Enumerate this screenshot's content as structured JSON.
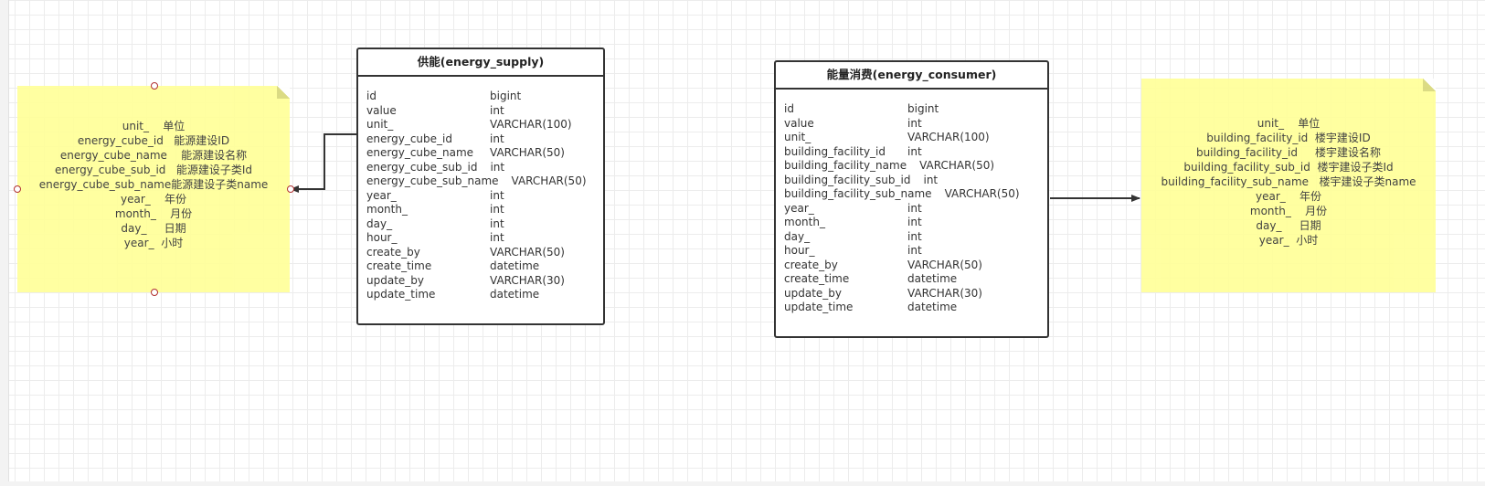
{
  "left_note": {
    "lines": [
      "unit_    单位",
      "energy_cube_id   能源建设ID",
      "energy_cube_name    能源建设名称",
      "energy_cube_sub_id   能源建设子类Id",
      "energy_cube_sub_name能源建设子类name",
      "year_    年份",
      "month_    月份",
      "day_     日期",
      "year_  小时"
    ]
  },
  "right_note": {
    "lines": [
      "unit_    单位",
      "building_facility_id  楼宇建设ID",
      "building_facility_id     楼宇建设名称",
      "building_facility_sub_id  楼宇建设子类Id",
      "building_facility_sub_name   楼宇建设子类name",
      "year_    年份",
      "month_    月份",
      "day_     日期",
      "year_  小时"
    ]
  },
  "supply_table": {
    "title": "供能(energy_supply)",
    "fields": [
      {
        "name": "id",
        "type": "bigint"
      },
      {
        "name": "value",
        "type": "int"
      },
      {
        "name": "unit_",
        "type": "VARCHAR(100)"
      },
      {
        "name": "energy_cube_id",
        "type": "int"
      },
      {
        "name": "energy_cube_name",
        "type": "VARCHAR(50)"
      },
      {
        "name": "energy_cube_sub_id",
        "type": "int"
      },
      {
        "name": "energy_cube_sub_name",
        "type": "VARCHAR(50)"
      },
      {
        "name": "year_",
        "type": "int"
      },
      {
        "name": "month_",
        "type": "int"
      },
      {
        "name": "day_",
        "type": "int"
      },
      {
        "name": "hour_",
        "type": "int"
      },
      {
        "name": "create_by",
        "type": "VARCHAR(50)"
      },
      {
        "name": "create_time",
        "type": "datetime"
      },
      {
        "name": "update_by",
        "type": "VARCHAR(30)"
      },
      {
        "name": "update_time",
        "type": "datetime"
      }
    ]
  },
  "consumer_table": {
    "title": "能量消费(energy_consumer)",
    "fields": [
      {
        "name": "id",
        "type": "bigint"
      },
      {
        "name": "value",
        "type": "int"
      },
      {
        "name": "unit_",
        "type": "VARCHAR(100)"
      },
      {
        "name": "building_facility_id",
        "type": "int"
      },
      {
        "name": "building_facility_name",
        "type": "VARCHAR(50)"
      },
      {
        "name": "building_facility_sub_id",
        "type": "int"
      },
      {
        "name": "building_facility_sub_name",
        "type": "VARCHAR(50)"
      },
      {
        "name": "year_",
        "type": "int"
      },
      {
        "name": "month_",
        "type": "int"
      },
      {
        "name": "day_",
        "type": "int"
      },
      {
        "name": "hour_",
        "type": "int"
      },
      {
        "name": "create_by",
        "type": "VARCHAR(50)"
      },
      {
        "name": "create_time",
        "type": "datetime"
      },
      {
        "name": "update_by",
        "type": "VARCHAR(30)"
      },
      {
        "name": "update_time",
        "type": "datetime"
      }
    ]
  },
  "colors": {
    "note_fill": "#ffff99",
    "entity_border": "#333333",
    "handle": "#b03030",
    "grid": "#ececec"
  }
}
